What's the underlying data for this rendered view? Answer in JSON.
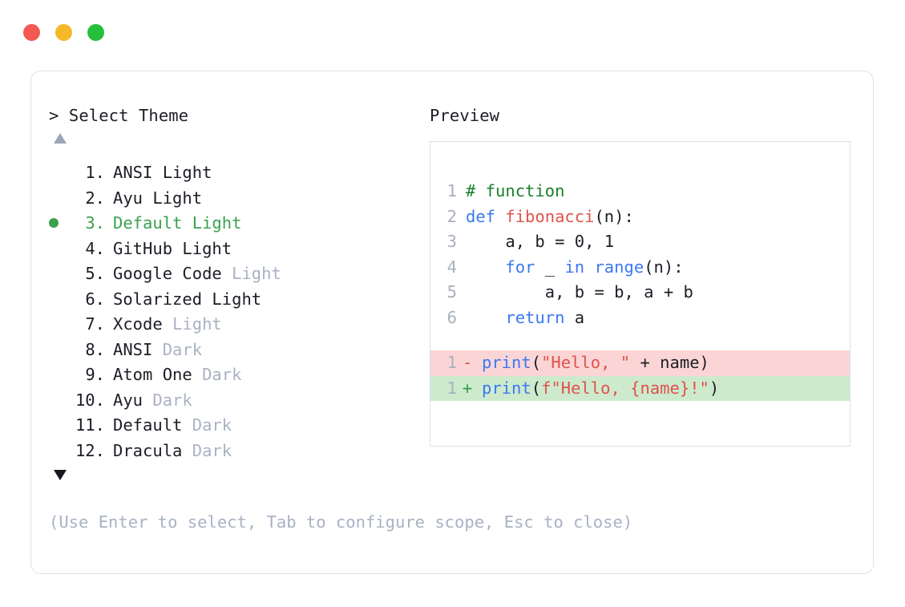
{
  "window": {
    "traffic_lights": [
      {
        "name": "close",
        "color": "#f25a52"
      },
      {
        "name": "minimize",
        "color": "#f5b828"
      },
      {
        "name": "maximize",
        "color": "#26bf3c"
      }
    ]
  },
  "left_panel": {
    "header": "> Select Theme",
    "scroll_up_indicator": "▲",
    "scroll_down_indicator": "▼",
    "selected_index": 3,
    "selected_bullet": "●",
    "themes": [
      {
        "number": "1.",
        "name": "ANSI",
        "variant": "Light",
        "variant_dim": false,
        "selected": false
      },
      {
        "number": "2.",
        "name": "Ayu",
        "variant": "Light",
        "variant_dim": false,
        "selected": false
      },
      {
        "number": "3.",
        "name": "Default",
        "variant": "Light",
        "variant_dim": false,
        "selected": true
      },
      {
        "number": "4.",
        "name": "GitHub",
        "variant": "Light",
        "variant_dim": false,
        "selected": false
      },
      {
        "number": "5.",
        "name": "Google Code",
        "variant": "Light",
        "variant_dim": true,
        "selected": false
      },
      {
        "number": "6.",
        "name": "Solarized",
        "variant": "Light",
        "variant_dim": false,
        "selected": false
      },
      {
        "number": "7.",
        "name": "Xcode",
        "variant": "Light",
        "variant_dim": true,
        "selected": false
      },
      {
        "number": "8.",
        "name": "ANSI",
        "variant": "Dark",
        "variant_dim": true,
        "selected": false
      },
      {
        "number": "9.",
        "name": "Atom One",
        "variant": "Dark",
        "variant_dim": true,
        "selected": false
      },
      {
        "number": "10.",
        "name": "Ayu",
        "variant": "Dark",
        "variant_dim": true,
        "selected": false
      },
      {
        "number": "11.",
        "name": "Default",
        "variant": "Dark",
        "variant_dim": true,
        "selected": false
      },
      {
        "number": "12.",
        "name": "Dracula",
        "variant": "Dark",
        "variant_dim": true,
        "selected": false
      }
    ],
    "footer_hint": "(Use Enter to select, Tab to configure scope, Esc to close)"
  },
  "right_panel": {
    "header": "Preview",
    "code_lines": [
      {
        "ln": "1",
        "tokens": [
          {
            "t": "# function",
            "c": "tok-comment"
          }
        ]
      },
      {
        "ln": "2",
        "tokens": [
          {
            "t": "def ",
            "c": "tok-keyword"
          },
          {
            "t": "fibonacci",
            "c": "tok-func"
          },
          {
            "t": "(n):",
            "c": "tok-plain"
          }
        ]
      },
      {
        "ln": "3",
        "tokens": [
          {
            "t": "    a, b = 0, 1",
            "c": "tok-plain"
          }
        ]
      },
      {
        "ln": "4",
        "tokens": [
          {
            "t": "    for ",
            "c": "tok-keyword"
          },
          {
            "t": "_ ",
            "c": "tok-plain"
          },
          {
            "t": "in ",
            "c": "tok-keyword"
          },
          {
            "t": "range",
            "c": "tok-builtin"
          },
          {
            "t": "(n):",
            "c": "tok-plain"
          }
        ]
      },
      {
        "ln": "5",
        "tokens": [
          {
            "t": "        a, b = b, a + b",
            "c": "tok-plain"
          }
        ]
      },
      {
        "ln": "6",
        "tokens": [
          {
            "t": "    return ",
            "c": "tok-keyword"
          },
          {
            "t": "a",
            "c": "tok-plain"
          }
        ]
      }
    ],
    "diff_lines": [
      {
        "ln": "1",
        "marker": "-",
        "kind": "del",
        "tokens": [
          {
            "t": "print",
            "c": "tok-builtin"
          },
          {
            "t": "(",
            "c": "tok-plain"
          },
          {
            "t": "\"Hello, \"",
            "c": "tok-string"
          },
          {
            "t": " + name)",
            "c": "tok-plain"
          }
        ]
      },
      {
        "ln": "1",
        "marker": "+",
        "kind": "add",
        "tokens": [
          {
            "t": "print",
            "c": "tok-builtin"
          },
          {
            "t": "(",
            "c": "tok-plain"
          },
          {
            "t": "f\"Hello, {name}!\"",
            "c": "tok-string"
          },
          {
            "t": ")",
            "c": "tok-plain"
          }
        ]
      }
    ]
  },
  "colors": {
    "selected_green": "#3aa14f",
    "dim_gray": "#aab2c2",
    "hint_gray": "#a9b2c4",
    "line_number_gray": "#a8b0bd",
    "diff_del_bg": "#fbd5d5",
    "diff_add_bg": "#cdeacd",
    "panel_border": "#dfe2e8",
    "code_border": "#dde0e8"
  }
}
